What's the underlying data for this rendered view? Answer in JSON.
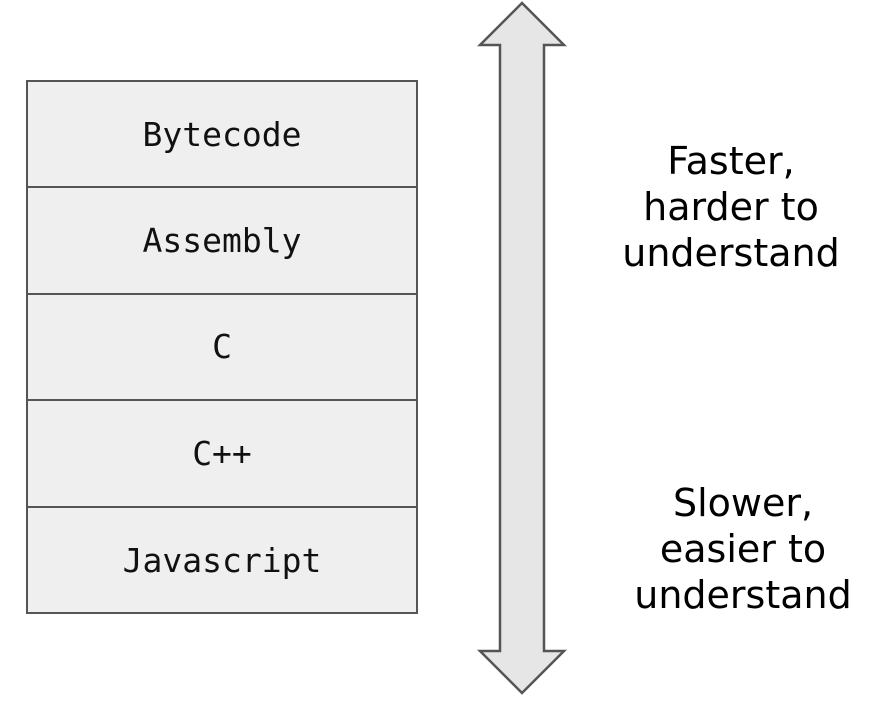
{
  "layers": [
    {
      "label": "Bytecode"
    },
    {
      "label": "Assembly"
    },
    {
      "label": "C"
    },
    {
      "label": "C++"
    },
    {
      "label": "Javascript"
    }
  ],
  "top_note": {
    "lines": [
      "Faster,",
      "harder to",
      "understand"
    ]
  },
  "bottom_note": {
    "lines": [
      "Slower,",
      "easier to",
      "understand"
    ]
  },
  "colors": {
    "layer_fill": "#efefef",
    "layer_border": "#555555",
    "arrow_fill": "#e6e6e6",
    "arrow_stroke": "#555555"
  }
}
